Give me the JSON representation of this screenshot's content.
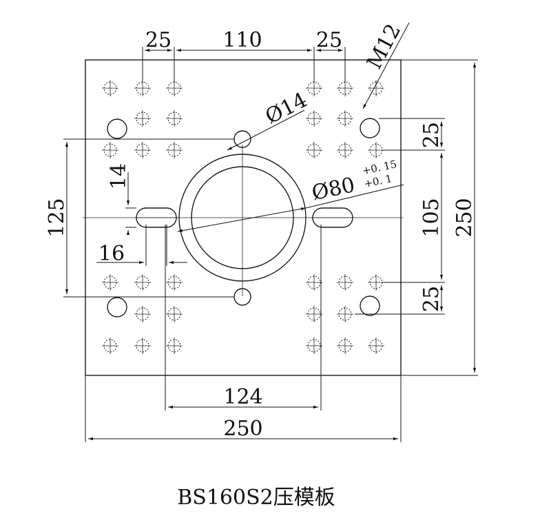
{
  "drawing": {
    "caption": "BS160S2压模板",
    "dimensions": {
      "hole_spacing_left": "25",
      "center_span_top": "110",
      "hole_spacing_right": "25",
      "thread": "M12",
      "bolt_hole": "Ø14",
      "bore": "Ø80",
      "bore_tol_upper": "+0. 15",
      "bore_tol_lower": "+0. 1",
      "slot_width": "14",
      "left_span": "125",
      "slot_length": "16",
      "right_upper_spacing": "25",
      "right_span": "105",
      "plate_height": "250",
      "right_lower_spacing": "25",
      "slot_span_bottom": "124",
      "plate_width": "250"
    }
  }
}
